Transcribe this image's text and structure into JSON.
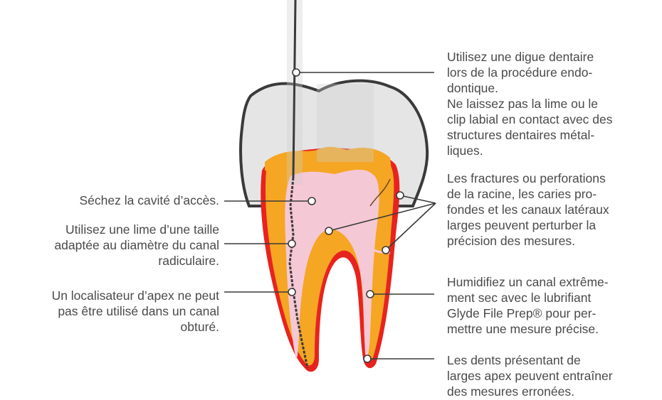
{
  "annotations": {
    "left": [
      {
        "id": "dry-cavity",
        "text": "Séchez la cavité d’accès."
      },
      {
        "id": "file-size",
        "text": "Utilisez une lime d’une taille\nadaptée au diamètre du canal\nradiculaire."
      },
      {
        "id": "obturated-canal",
        "text": "Un localisateur d’apex ne peut\npas être utilisé dans un canal\nobturé."
      }
    ],
    "right": [
      {
        "id": "rubber-dam",
        "text": "Utilisez une digue dentaire\nlors de la procédure endo-\ndontique.\nNe laissez pas la lime ou le\nclip labial en contact avec des\nstructures dentaires métal-\nliques."
      },
      {
        "id": "fractures",
        "text": "Les fractures ou perforations\nde la racine, les caries pro-\nfondes et les canaux latéraux\nlarges peuvent perturber la\nprécision des mesures."
      },
      {
        "id": "dry-canal",
        "text": "Humidifiez un canal extrême-\nment sec avec le lubrifiant\nGlyde File Prep® pour per-\nmettre une mesure précise."
      },
      {
        "id": "wide-apex",
        "text": "Les dents présentant de\nlarges apex peuvent entraîner\ndes mesures erronées."
      }
    ]
  },
  "colors": {
    "enamel": "#e8e8e8",
    "dentin": "#f5a623",
    "pulp": "#f5c8d6",
    "cementum": "#e8231f",
    "outline": "#3a3a3a",
    "text": "#4a4a4a"
  }
}
